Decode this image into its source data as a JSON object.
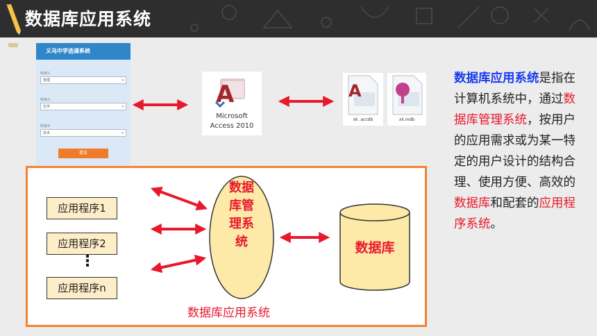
{
  "header": {
    "title": "数据库应用系统"
  },
  "form_screenshot": {
    "title": "义乌中学选课系统",
    "fields": [
      {
        "label": "科目1：",
        "value": "物理"
      },
      {
        "label": "科目2：",
        "value": "化学"
      },
      {
        "label": "科目3：",
        "value": "技术"
      }
    ],
    "submit_label": "提交"
  },
  "access": {
    "line1": "Microsoft",
    "line2": "Access 2010"
  },
  "files": [
    {
      "name": "xk .accdb"
    },
    {
      "name": "xk.mdb"
    }
  ],
  "description": {
    "part1": "数据库应用系统",
    "part2": "是指在计算机系统中，通过",
    "part3": "数据库管理系统",
    "part4": "，按用户的应用需求或为某一特定的用户设计的结构合理、使用方便、高效的",
    "part5": "数据库",
    "part6": "和配套的",
    "part7": "应用程序系统",
    "part8": "。"
  },
  "diagram": {
    "apps": [
      "应用程序1",
      "应用程序2",
      "应用程序n"
    ],
    "ellipsis": "⋮",
    "dbms_label": "数据库管理系统",
    "database_label": "数据库",
    "caption": "数据库应用系统"
  },
  "colors": {
    "accent_orange": "#f58233",
    "highlight_red": "#e8192c",
    "highlight_blue": "#1a3df0",
    "header_bg": "#2e2e2e",
    "box_fill": "#fdeec8"
  },
  "icons": [
    "pencil-icon",
    "pin-icon",
    "access-logo-icon",
    "accdb-file-icon",
    "mdb-file-icon"
  ]
}
